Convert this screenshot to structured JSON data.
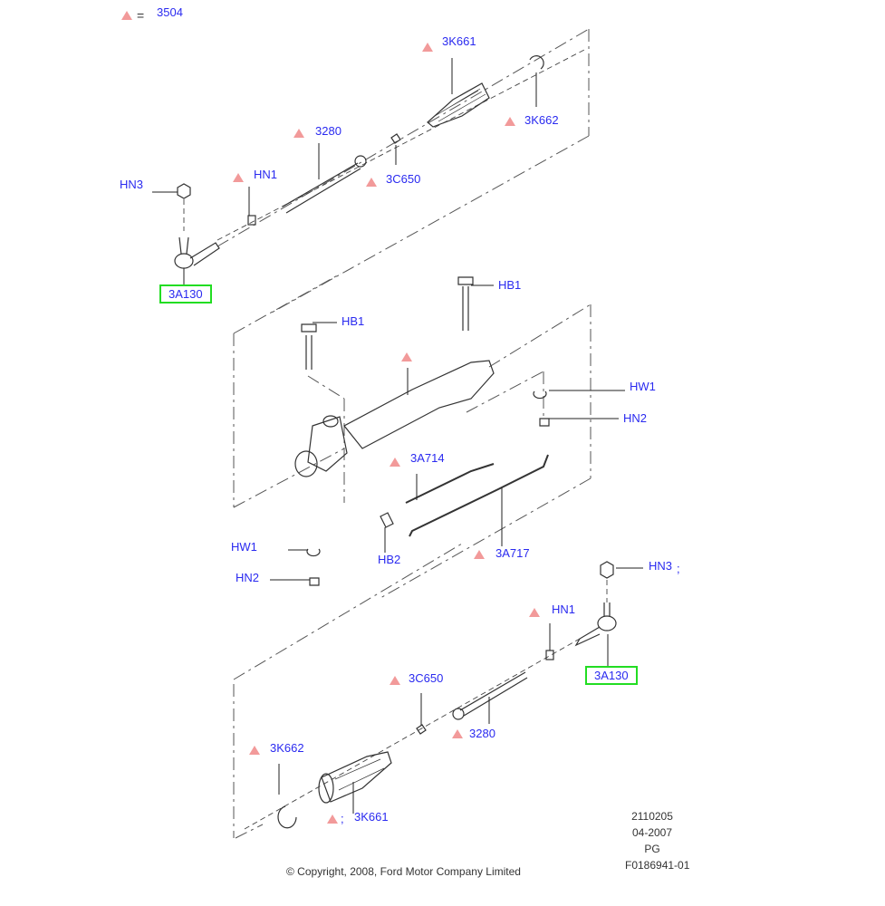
{
  "legend": {
    "symbol": "triangle",
    "equals": "=",
    "part": "3504"
  },
  "labels": {
    "top_3k661": "3K661",
    "top_3k662": "3K662",
    "top_3280": "3280",
    "top_hn1": "HN1",
    "top_3c650": "3C650",
    "top_hn3": "HN3",
    "top_3a130": "3A130",
    "mid_hb1_right": "HB1",
    "mid_hb1_left": "HB1",
    "mid_hw1_right": "HW1",
    "mid_hn2_right": "HN2",
    "mid_3a714": "3A714",
    "mid_hw1_left": "HW1",
    "mid_hn2_left": "HN2",
    "mid_hb2": "HB2",
    "mid_3a717": "3A717",
    "bot_hn3": "HN3",
    "bot_hn3_suffix": ";",
    "bot_hn1": "HN1",
    "bot_3a130": "3A130",
    "bot_3c650": "3C650",
    "bot_3280": "3280",
    "bot_3k662": "3K662",
    "bot_3k661": "3K661",
    "bot_3k661_prefix": ";"
  },
  "meta": {
    "code": "2110205",
    "date": "04-2007",
    "initials": "PG",
    "figure": "F0186941-01"
  },
  "copyright": "© Copyright, 2008, Ford Motor Company Limited",
  "colors": {
    "label": "#2a2af0",
    "triangle": "#f29a9a",
    "highlight": "#22dd22"
  }
}
